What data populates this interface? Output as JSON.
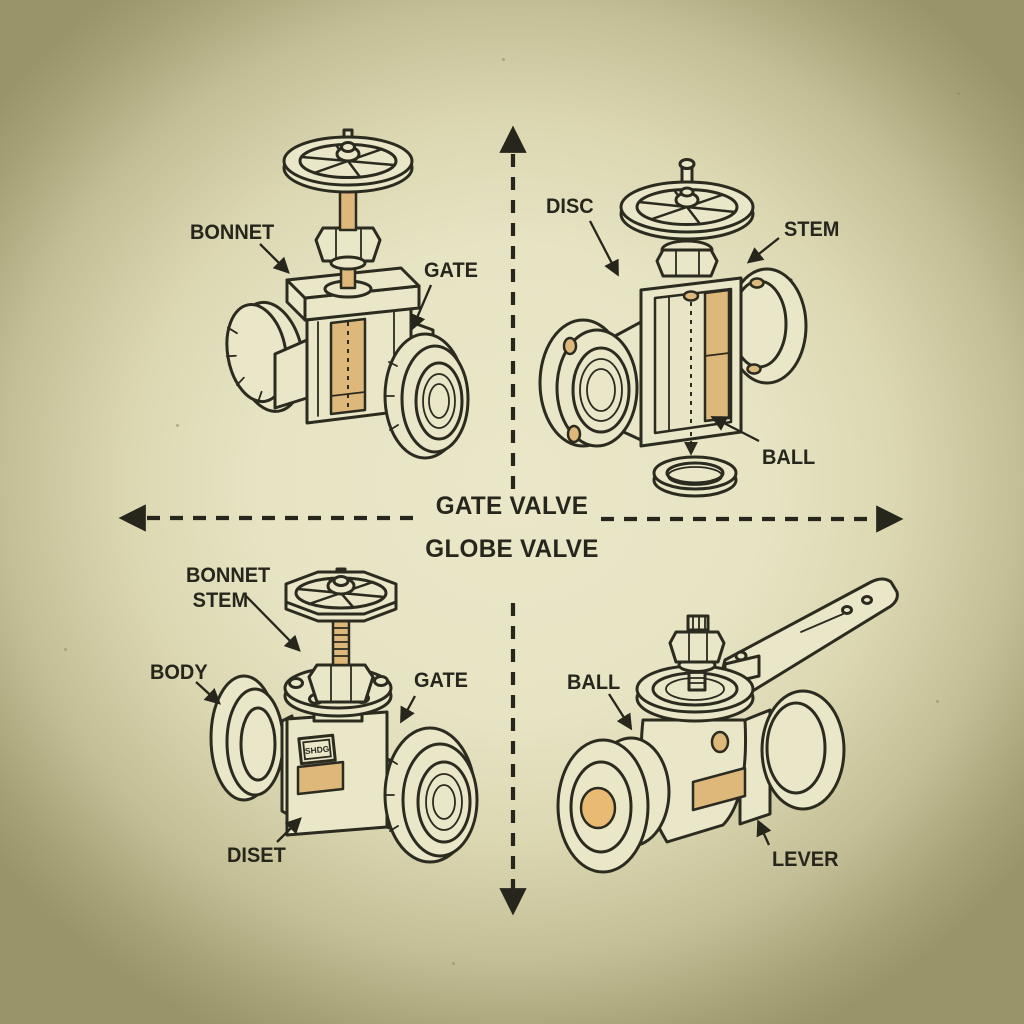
{
  "diagram": {
    "center_title_top": "GATE VALVE",
    "center_title_bottom": "GLOBE VALVE"
  },
  "quadrants": {
    "top_left": {
      "labels": {
        "bonnet": "BONNET",
        "gate": "GATE"
      }
    },
    "top_right": {
      "labels": {
        "disc": "DISC",
        "stem": "STEM",
        "ball": "BALL"
      }
    },
    "bottom_left": {
      "labels": {
        "bonnet": "BONNET",
        "stem": "STEM",
        "body": "BODY",
        "gate": "GATE",
        "diset": "DISET"
      },
      "nameplate": "SHDG"
    },
    "bottom_right": {
      "labels": {
        "ball": "BALL",
        "lever": "LEVER"
      }
    }
  },
  "colors": {
    "background_center": "#eae7c8",
    "background_edge": "#99946a",
    "line": "#2b2b20",
    "metal_fill": "#eae7c9",
    "accent_tan": "#ddb87a",
    "accent_orange": "#e9ba74"
  }
}
